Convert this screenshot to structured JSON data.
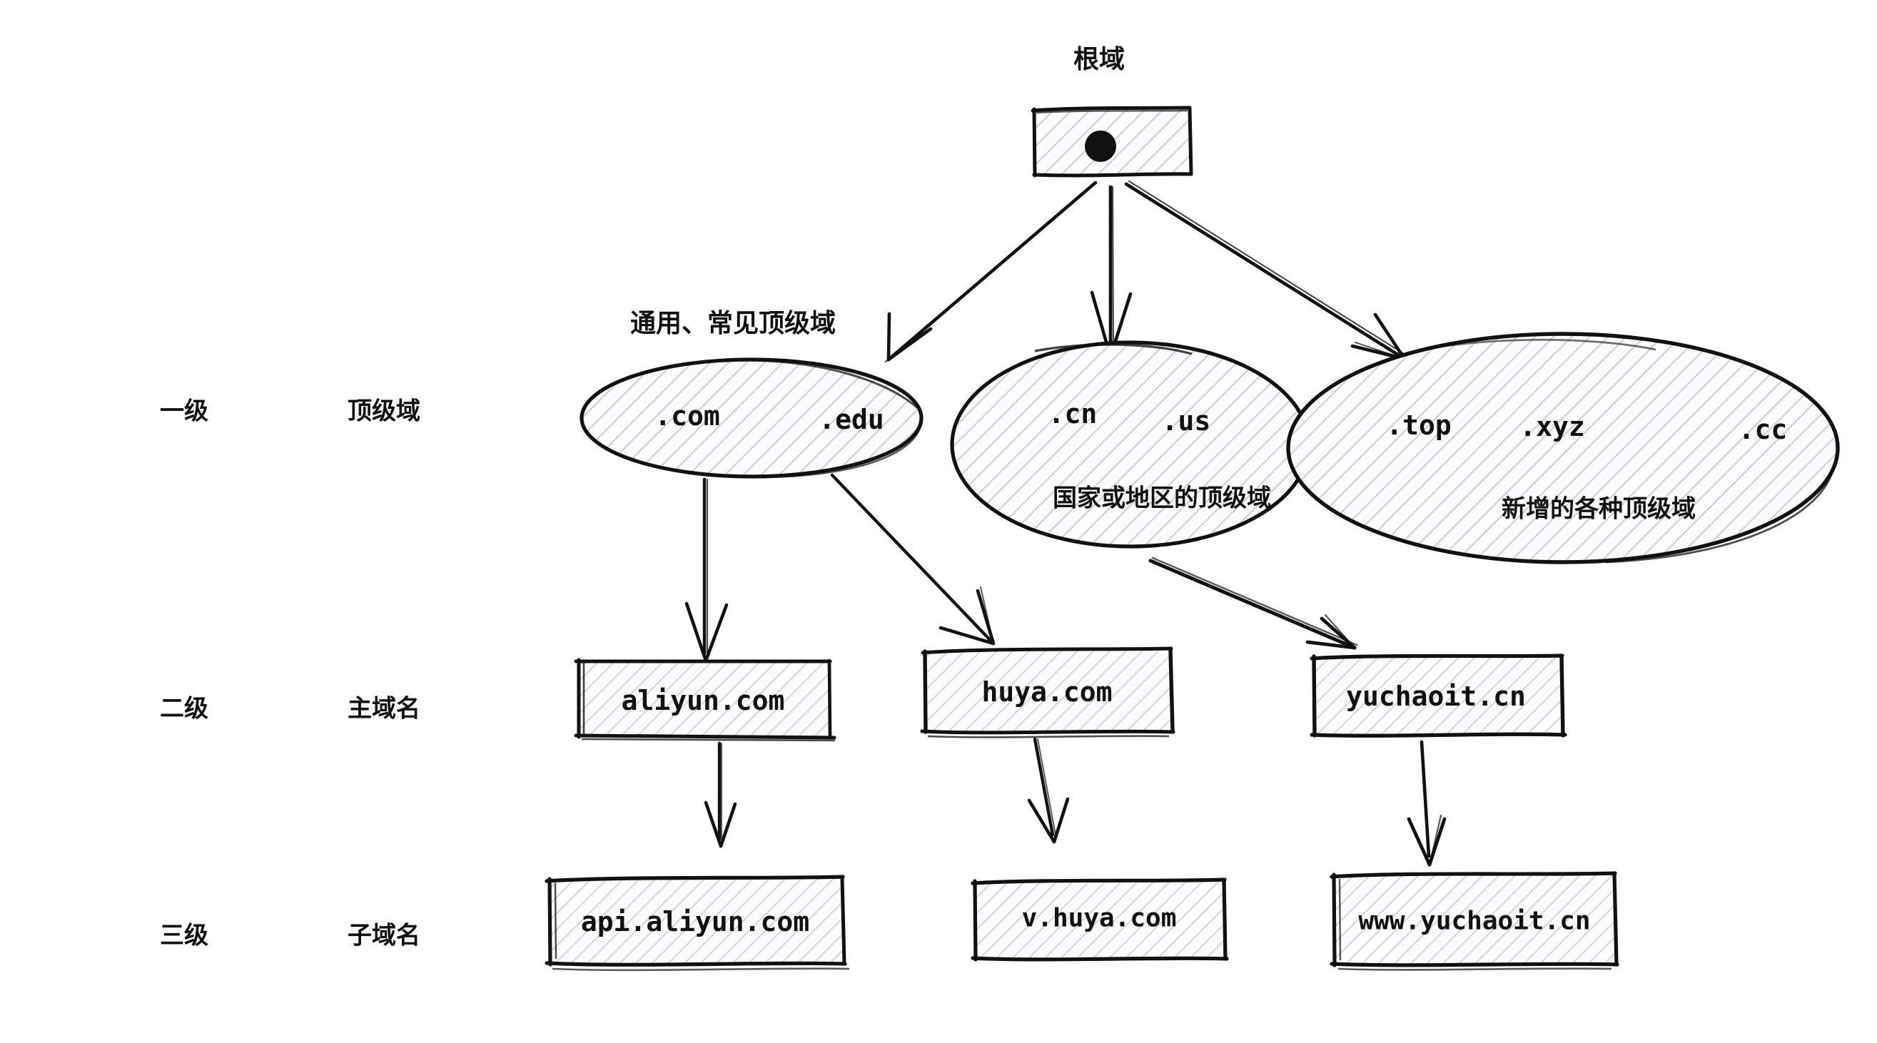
{
  "diagram": {
    "title_root": "根域",
    "title_generic_tld": "通用、常见顶级域",
    "levels": [
      {
        "rank": "一级",
        "name": "顶级域"
      },
      {
        "rank": "二级",
        "name": "主域名"
      },
      {
        "rank": "三级",
        "name": "子域名"
      }
    ],
    "root_node": {
      "glyph": "●"
    },
    "tld_groups": [
      {
        "id": "generic",
        "external_caption": "通用、常见顶级域",
        "inner_caption": "",
        "tlds": [
          ".com",
          ".edu"
        ]
      },
      {
        "id": "country",
        "external_caption": "",
        "inner_caption": "国家或地区的顶级域",
        "tlds": [
          ".cn",
          ".us"
        ]
      },
      {
        "id": "new",
        "external_caption": "",
        "inner_caption": "新增的各种顶级域",
        "tlds": [
          ".top",
          ".xyz",
          ".cc"
        ]
      }
    ],
    "second_level": [
      {
        "id": "aliyun",
        "label": "aliyun.com"
      },
      {
        "id": "huya",
        "label": "huya.com"
      },
      {
        "id": "yuchaoit",
        "label": "yuchaoit.cn"
      }
    ],
    "third_level": [
      {
        "id": "api-aliyun",
        "label": "api.aliyun.com"
      },
      {
        "id": "v-huya",
        "label": "v.huya.com"
      },
      {
        "id": "www-yuchaoit",
        "label": "www.yuchaoit.cn"
      }
    ],
    "colors": {
      "ink": "#111111",
      "fill": "#fbfbfd",
      "hatch": "#c8ccd8",
      "background": "#ffffff"
    }
  }
}
